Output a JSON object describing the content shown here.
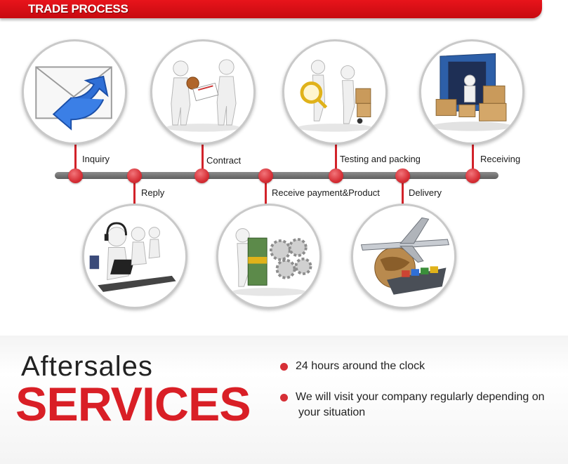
{
  "header": {
    "title": "TRADE PROCESS"
  },
  "steps": [
    {
      "label": "Inquiry",
      "icon": "envelope-icon"
    },
    {
      "label": "Reply",
      "icon": "customer-service-icon"
    },
    {
      "label": "Contract",
      "icon": "handshake-contract-icon"
    },
    {
      "label": "Receive payment&Product",
      "icon": "money-gears-icon"
    },
    {
      "label": "Testing and packing",
      "icon": "magnifier-inspection-icon"
    },
    {
      "label": "Delivery",
      "icon": "plane-ship-globe-icon"
    },
    {
      "label": "Receiving",
      "icon": "container-boxes-icon"
    }
  ],
  "aftersales": {
    "line1": "Aftersales",
    "line2": "SERVICES",
    "bullets": [
      "24 hours around the clock",
      "We will visit your company regularly depending on",
      "your situation"
    ]
  },
  "colors": {
    "accent": "#d91f26",
    "timeline": "#7a7a7a"
  }
}
